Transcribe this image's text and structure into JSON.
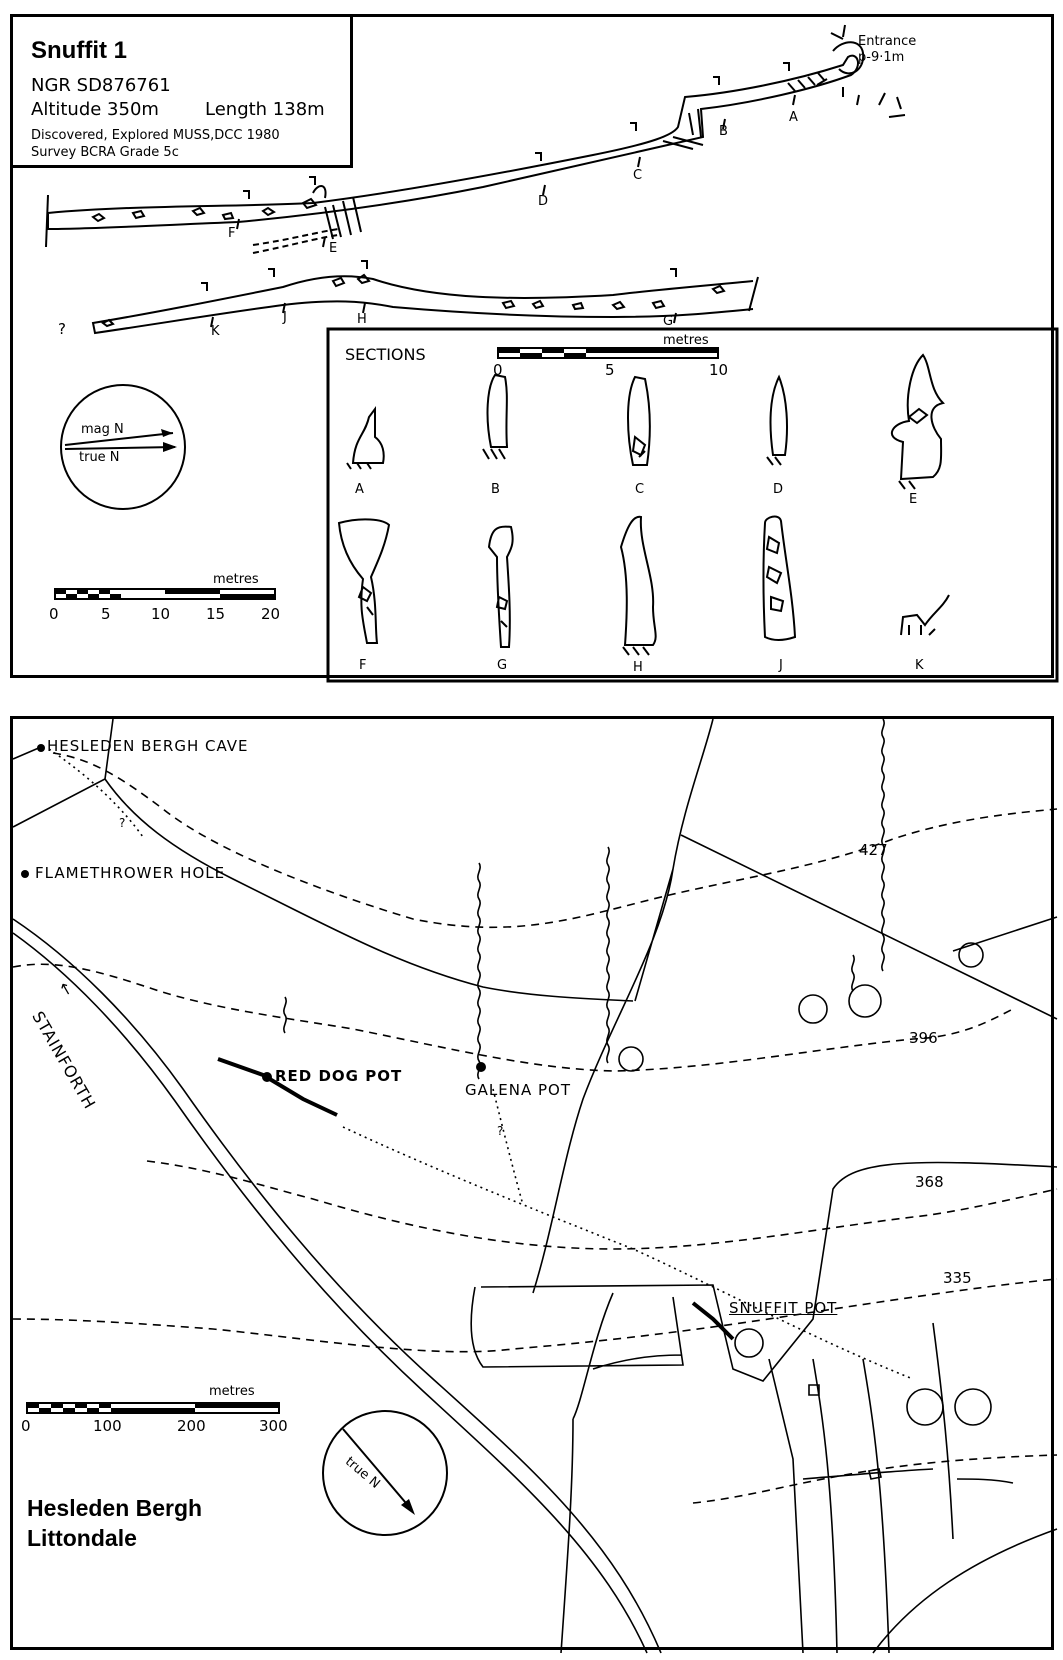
{
  "survey": {
    "title": "Snuffit 1",
    "ngr": "NGR SD876761",
    "altitude": "Altitude 350m",
    "length": "Length 138m",
    "discovered": "Discovered, Explored MUSS,DCC 1980",
    "survey_grade": "Survey BCRA Grade 5c",
    "entrance_label": "Entrance",
    "entrance_pitch": "p-9·1m",
    "unknown_end": "?",
    "section_letters": [
      "A",
      "B",
      "C",
      "D",
      "E",
      "F",
      "G",
      "H",
      "J",
      "K"
    ],
    "sections_heading": "SECTIONS",
    "sections_scale": {
      "unit": "metres",
      "ticks": [
        "0",
        "5",
        "10"
      ]
    },
    "plan_scale": {
      "unit": "metres",
      "ticks": [
        "0",
        "5",
        "10",
        "15",
        "20"
      ]
    },
    "compass": {
      "mag": "mag N",
      "true": "true N"
    }
  },
  "map": {
    "sites": {
      "hesleden_bergh_cave": "HESLEDEN BERGH CAVE",
      "flamethrower_hole": "FLAMETHROWER HOLE",
      "red_dog_pot": "RED DOG POT",
      "galena_pot": "GALENA POT",
      "snuffit_pot": "SNUFFIT POT"
    },
    "road_label": "STAINFORTH",
    "contours": [
      "427",
      "396",
      "368",
      "335"
    ],
    "question_marks": [
      "?",
      "?"
    ],
    "scale": {
      "unit": "metres",
      "ticks": [
        "0",
        "100",
        "200",
        "300"
      ]
    },
    "compass": "true N",
    "title_line1": "Hesleden Bergh",
    "title_line2": "Littondale"
  }
}
